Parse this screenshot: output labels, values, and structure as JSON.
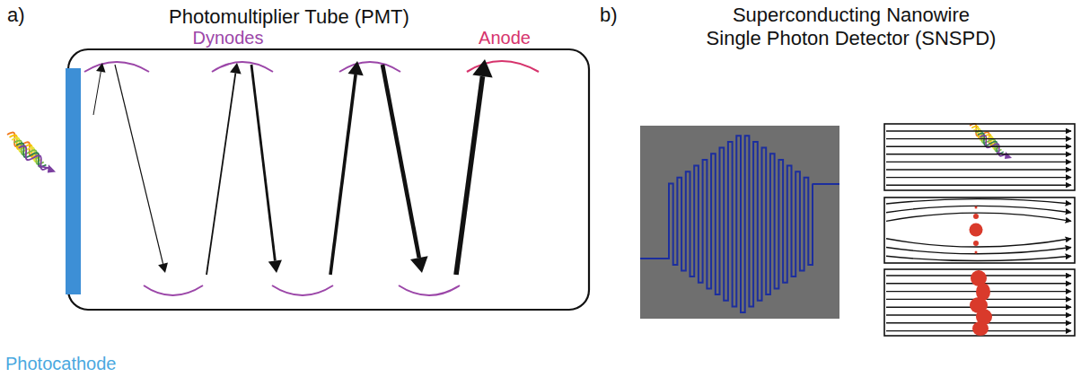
{
  "diagram": {
    "labels": [
      "a)",
      "Photomultiplier Tube (PMT)",
      "Dynodes",
      "Anode",
      "Photocathode",
      "b)",
      "Superconducting Nanowire Single Photon Detector (SNSPD)"
    ]
  }
}
